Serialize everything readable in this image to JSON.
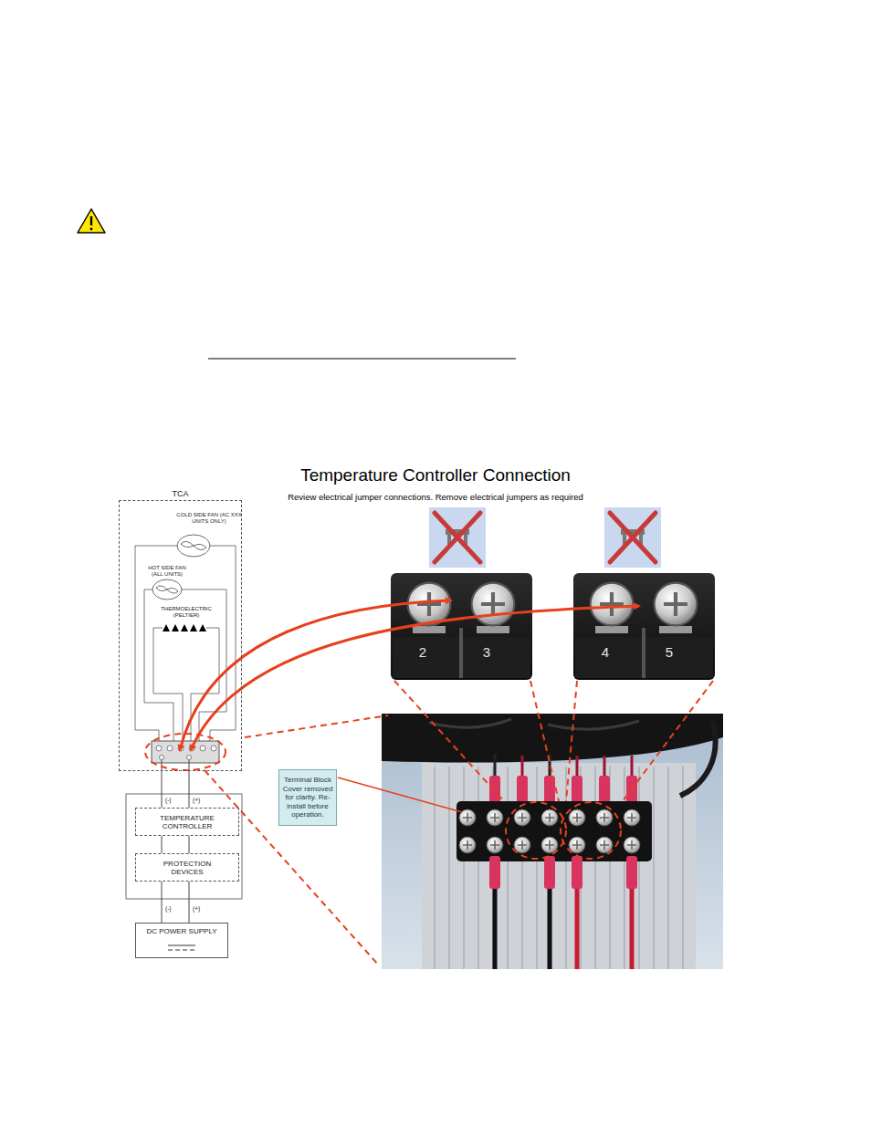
{
  "diagram": {
    "title": "Temperature Controller Connection",
    "nodes": [
      {
        "text": [
          "TCA"
        ]
      },
      {
        "text": [
          "TEMPERATURE CONTROLLER"
        ]
      },
      {
        "text": [
          "PROTECTION DEVICES"
        ]
      },
      {
        "text": [
          "DC POWER SUPPLY"
        ]
      },
      {
        "text": [
          "Terminal Block Cover removed for clarity. Re-install before operation."
        ]
      }
    ],
    "edges": [
      {
        "from": 0,
        "to": 1,
        "arrow": "none"
      },
      {
        "from": 1,
        "to": 2,
        "arrow": "none"
      },
      {
        "from": 2,
        "to": 3,
        "arrow": "none"
      }
    ],
    "labels": [
      "Review electrical jumper connections. Remove electrical jumpers as required",
      "COLD SIDE FAN (AC XXX UNITS ONLY)",
      "HOT SIDE FAN (ALL UNITS)",
      "THERMOELECTRIC (PELTIER)",
      "(-)",
      "(+)",
      "(-)",
      "(+)",
      "2",
      "3",
      "4",
      "5"
    ]
  }
}
